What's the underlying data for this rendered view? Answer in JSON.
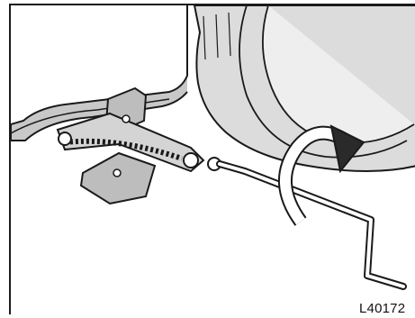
{
  "figure": {
    "code": "L40172",
    "subject": [
      "tire",
      "scissor-jack",
      "jack-handle",
      "rotation-arrow"
    ]
  },
  "colors": {
    "line": "#1a1a1a",
    "tire_fill": "#dcdcdc",
    "body_fill": "#c8c8c8",
    "jack_fill": "#bdbdbd",
    "arrow_fill": "#2a2a2a",
    "background": "#ffffff"
  }
}
